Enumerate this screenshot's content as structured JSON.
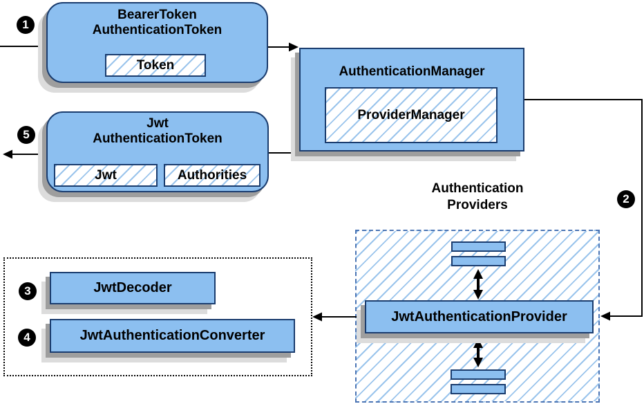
{
  "badges": {
    "step1": "1",
    "step2": "2",
    "step3": "3",
    "step4": "4",
    "step5": "5"
  },
  "nodes": {
    "bearer_token": {
      "title_line1": "BearerToken",
      "title_line2": "AuthenticationToken",
      "token_field": "Token"
    },
    "authentication_manager": {
      "title": "AuthenticationManager",
      "implementation": "ProviderManager"
    },
    "jwt_authentication_token": {
      "title_line1": "Jwt",
      "title_line2": "AuthenticationToken",
      "jwt_field": "Jwt",
      "authorities_field": "Authorities"
    },
    "authentication_providers": {
      "label_line1": "Authentication",
      "label_line2": "Providers",
      "provider": "JwtAuthenticationProvider"
    },
    "jwt_decoder": "JwtDecoder",
    "jwt_authentication_converter": "JwtAuthenticationConverter"
  },
  "colors": {
    "box-fill": "#8CBFF0",
    "box-border": "#1A3C6E",
    "hatch-line": "#9AC4EC",
    "providers-dash": "#4A74B4",
    "shadow-dark": "#9E9E9E",
    "shadow-light": "#DCDCDC",
    "line": "#000000",
    "text": "#000000",
    "badge-bg": "#000000",
    "badge-fg": "#FFFFFF",
    "inner-bg": "#FFFFFF"
  }
}
